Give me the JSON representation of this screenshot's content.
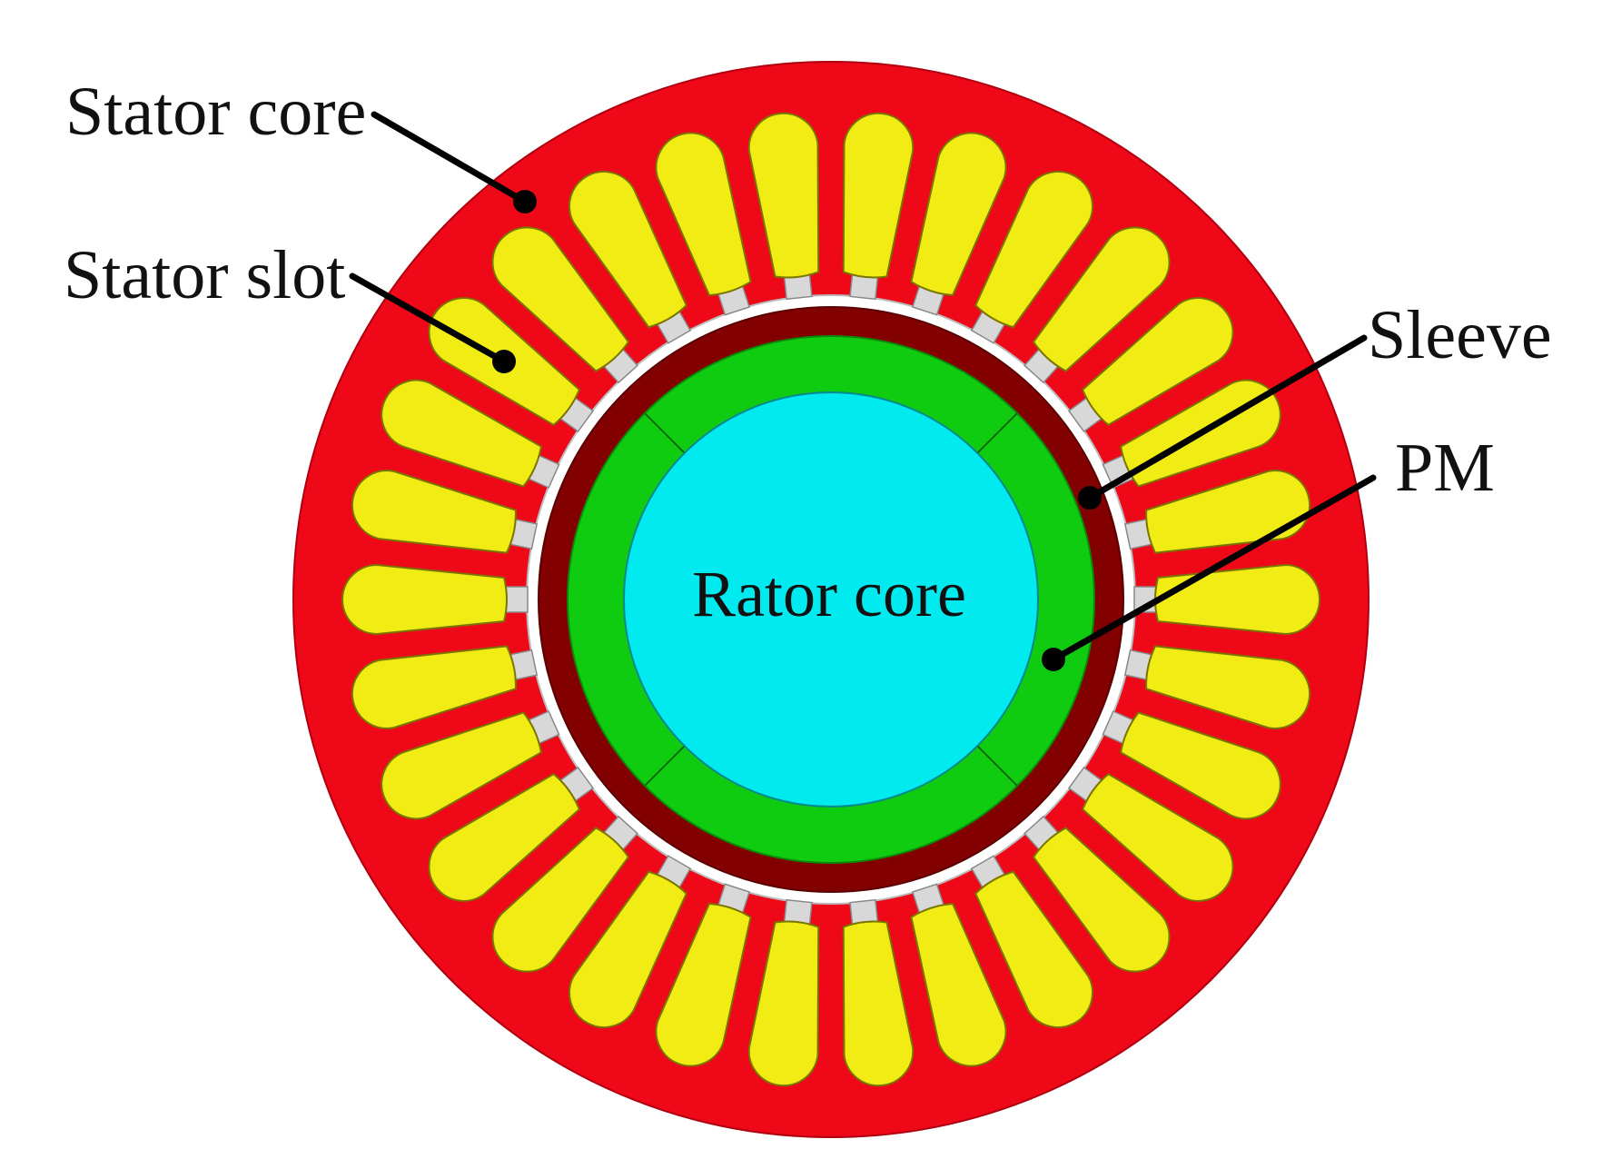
{
  "labels": {
    "stator_core": "Stator core",
    "stator_slot": "Stator slot",
    "sleeve": "Sleeve",
    "pm": "PM",
    "rotor_core": "Rator core"
  },
  "slot_count": 30,
  "pm_segments": 4,
  "colors": {
    "stator_core": "#ee0818",
    "stator_slot": "#f0ec14",
    "slot_opening": "#d8d8d8",
    "sleeve": "#820000",
    "pm": "#10cc10",
    "rotor_core": "#00eaf0",
    "air_gap": "#ffffff"
  }
}
